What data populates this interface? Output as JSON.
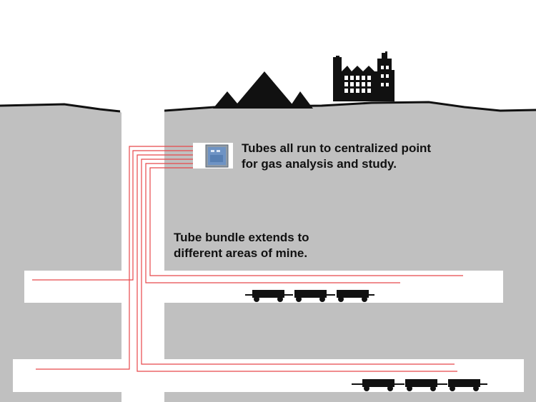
{
  "labels": {
    "analysis_point_line1": "Tubes all run to centralized point",
    "analysis_point_line2": "for gas analysis and study.",
    "bundle_line1": "Tube bundle extends to",
    "bundle_line2": "different areas of mine."
  },
  "colors": {
    "ground": "#c0c0c0",
    "sky": "#ffffff",
    "tunnel": "#ffffff",
    "tube": "#e8474a",
    "silhouette": "#111111",
    "cabinet": "#6e93c4"
  },
  "icons": [
    "mine-headframe-icon",
    "coal-pile-icon",
    "gas-analyzer-cabinet-icon",
    "mine-cart-icon"
  ]
}
